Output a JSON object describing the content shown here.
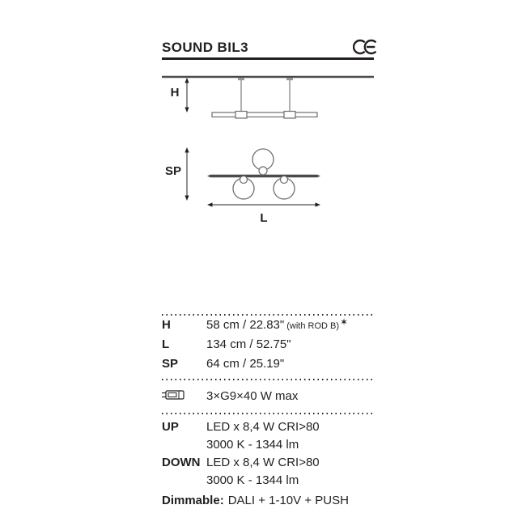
{
  "header": {
    "title": "SOUND BIL3",
    "ce_mark": "CE"
  },
  "diagram": {
    "h_label": "H",
    "sp_label": "SP",
    "l_label": "L",
    "views": [
      "suspension-front-view",
      "side-view-with-spheres"
    ]
  },
  "specs": {
    "rows": [
      {
        "key": "H",
        "value": "58 cm / 22.83\"",
        "note": "(with ROD B)",
        "star": "✶"
      },
      {
        "key": "L",
        "value": "134 cm / 52.75\""
      },
      {
        "key": "SP",
        "value": "64 cm / 25.19\""
      }
    ],
    "lamp": {
      "icon": "g9-bulb-icon",
      "value": "3×G9×40 W max"
    },
    "led": [
      {
        "key": "UP",
        "line1": "LED x 8,4 W CRI>80",
        "line2": "3000 K - 1344 lm"
      },
      {
        "key": "DOWN",
        "line1": "LED x 8,4 W CRI>80",
        "line2": "3000 K - 1344 lm"
      }
    ],
    "dimmable": {
      "label": "Dimmable:",
      "value": "DALI + 1-10V + PUSH"
    }
  },
  "colors": {
    "text": "#231f20",
    "line": "#6d6e71",
    "bar": "#4a4b4d"
  }
}
